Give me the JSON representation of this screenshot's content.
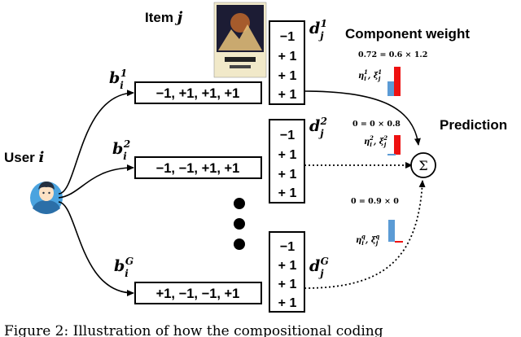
{
  "user_label_prefix": "User ",
  "user_label_var": "i",
  "item_label_prefix": "Item ",
  "item_label_var": "j",
  "component_weight_label": "Component weight",
  "prediction_label": "Prediction",
  "sum_symbol": "Σ",
  "user_codes": [
    {
      "sym": "b",
      "sub": "i",
      "sup": "1",
      "code": "−1, +1, +1, +1"
    },
    {
      "sym": "b",
      "sub": "i",
      "sup": "2",
      "code": "−1, −1, +1, +1"
    },
    {
      "sym": "b",
      "sub": "i",
      "sup": "G",
      "code": "+1, −1, −1, +1"
    }
  ],
  "item_codes": [
    {
      "sym": "d",
      "sub": "j",
      "sup": "1",
      "values": [
        "−1",
        "+ 1",
        "+ 1",
        "+ 1"
      ]
    },
    {
      "sym": "d",
      "sub": "j",
      "sup": "2",
      "values": [
        "−1",
        "+ 1",
        "+ 1",
        "+ 1"
      ]
    },
    {
      "sym": "d",
      "sub": "j",
      "sup": "G",
      "values": [
        "−1",
        "+ 1",
        "+ 1",
        "+ 1"
      ]
    }
  ],
  "weights": [
    {
      "equation": "0.72 = 0.6 × 1.2",
      "eta_sup": "1",
      "xi_sup": "1",
      "eta": 0.6,
      "xi": 1.2,
      "product": 0.72
    },
    {
      "equation": "0 = 0 × 0.8",
      "eta_sup": "2",
      "xi_sup": "2",
      "eta": 0,
      "xi": 0.8,
      "product": 0
    },
    {
      "equation": "0 = 0.9 × 0",
      "eta_sup": "q",
      "xi_sup": "q",
      "eta": 0.9,
      "xi": 0,
      "product": 0
    }
  ],
  "weight_symbols": {
    "eta": "η",
    "xi": "ξ",
    "eta_sub": "i",
    "xi_sub": "j"
  },
  "colors": {
    "eta_bar": "#5b9bd5",
    "xi_bar": "#ee1111",
    "user_avatar": "#4aa3df",
    "poster_bg": "#f1e9c9"
  },
  "ellipsis_dots": 3,
  "caption": "Figure 2: Illustration of how the compositional coding"
}
